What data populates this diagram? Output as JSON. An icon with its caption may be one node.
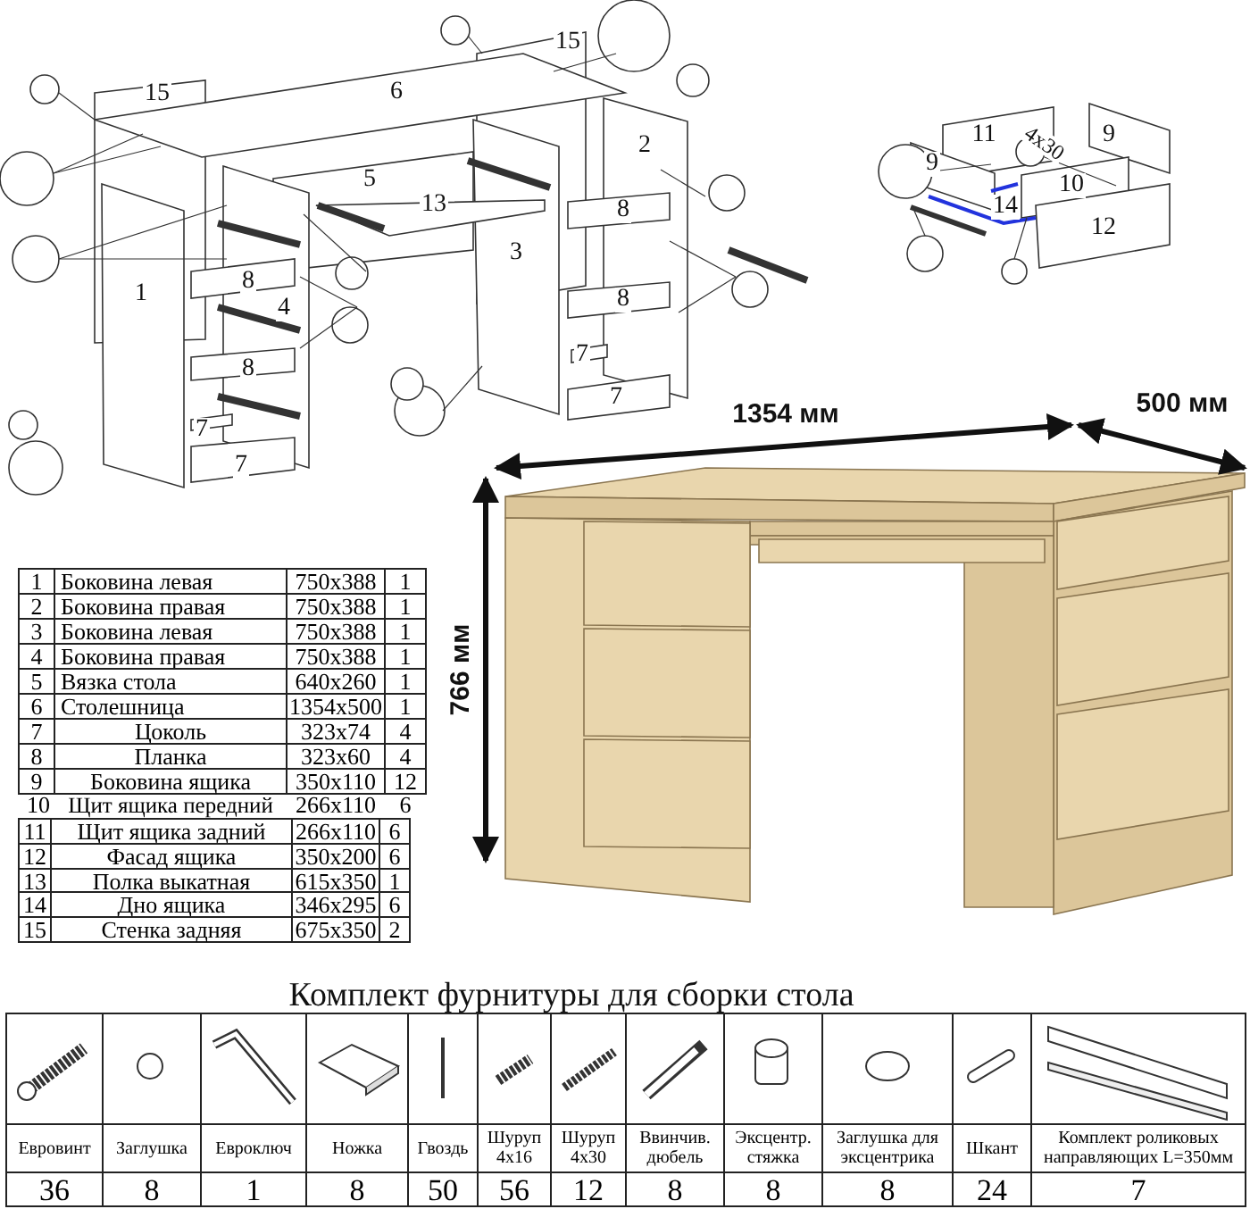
{
  "diagram": {
    "labels": [
      "15",
      "6",
      "15",
      "2",
      "5",
      "13",
      "1",
      "3",
      "8",
      "8",
      "4",
      "8",
      "8",
      "7",
      "7",
      "7",
      "7",
      "11",
      "4x30",
      "9",
      "9",
      "10",
      "14",
      "12",
      "1354 мм",
      "500 мм",
      "766 мм",
      "1",
      "Боковина левая",
      "750x388",
      "1",
      "2",
      "Боковина правая",
      "750x388",
      "1",
      "3",
      "Боковина левая",
      "750x388",
      "1",
      "4",
      "Боковина правая",
      "750x388",
      "1",
      "5",
      "Вязка стола",
      "640x260",
      "1",
      "6",
      "Столешница",
      "1354x500",
      "1",
      "7",
      "Цоколь",
      "323x74",
      "4",
      "8",
      "Планка",
      "323x60",
      "4",
      "9",
      "Боковина ящика",
      "350x110",
      "12",
      "10",
      "Щит ящика передний",
      "266x110",
      "6",
      "11",
      "Щит ящика задний",
      "266x110",
      "6",
      "12",
      "Фасад ящика",
      "350x200",
      "6",
      "13",
      "Полка выкатная",
      "615x350",
      "1",
      "14",
      "Дно ящика",
      "346x295",
      "6",
      "15",
      "Стенка задняя",
      "675x350",
      "2",
      "Комплект фурнитуры для сборки стола",
      "Евровинт",
      "Заглушка",
      "Евроключ",
      "Ножка",
      "Гвоздь",
      "Шуруп 4x16",
      "Шуруп 4x30",
      "Ввинчив. дюбель",
      "Эксцентр. стяжка",
      "Заглушка для эксцентрика",
      "Шкант",
      "Комплект роликовых направляющих L=350мм",
      "36",
      "8",
      "1",
      "8",
      "50",
      "56",
      "12",
      "8",
      "8",
      "8",
      "24",
      "7"
    ]
  }
}
